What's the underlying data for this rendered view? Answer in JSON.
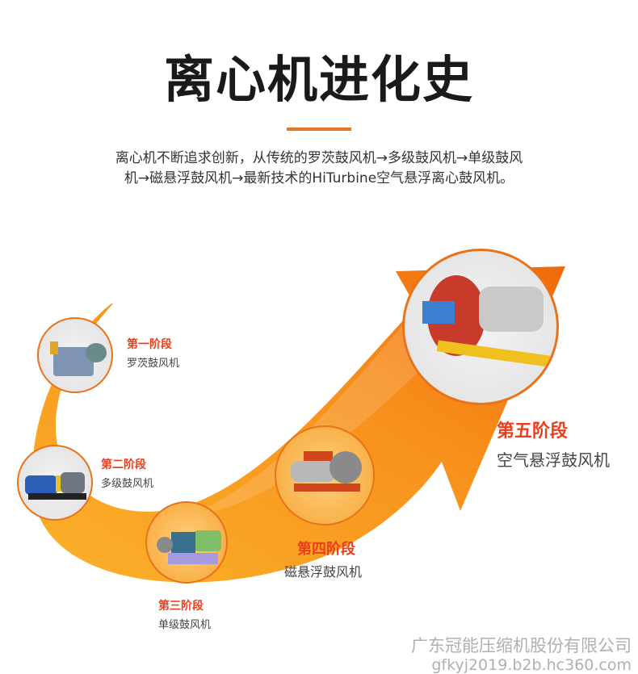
{
  "header": {
    "title": "离心机进化史",
    "description_line1": "离心机不断追求创新，从传统的罗茨鼓风机→多级鼓风机→单级鼓风",
    "description_line2": "机→磁悬浮鼓风机→最新技术的HiTurbine空气悬浮离心鼓风机。"
  },
  "stages": [
    {
      "name": "第一阶段",
      "machine": "罗茨鼓风机"
    },
    {
      "name": "第二阶段",
      "machine": "多级鼓风机"
    },
    {
      "name": "第三阶段",
      "machine": "单级鼓风机"
    },
    {
      "name": "第四阶段",
      "machine": "磁悬浮鼓风机"
    },
    {
      "name": "第五阶段",
      "machine": "空气悬浮鼓风机"
    }
  ],
  "watermark": {
    "company": "广东冠能压缩机股份有限公司",
    "url": "gfkyj2019.b2b.hc360.com"
  },
  "colors": {
    "accent": "#e8731a",
    "stage_label": "#e8401c",
    "arrow_start": "#f07a10",
    "arrow_end": "#fbb52a"
  }
}
